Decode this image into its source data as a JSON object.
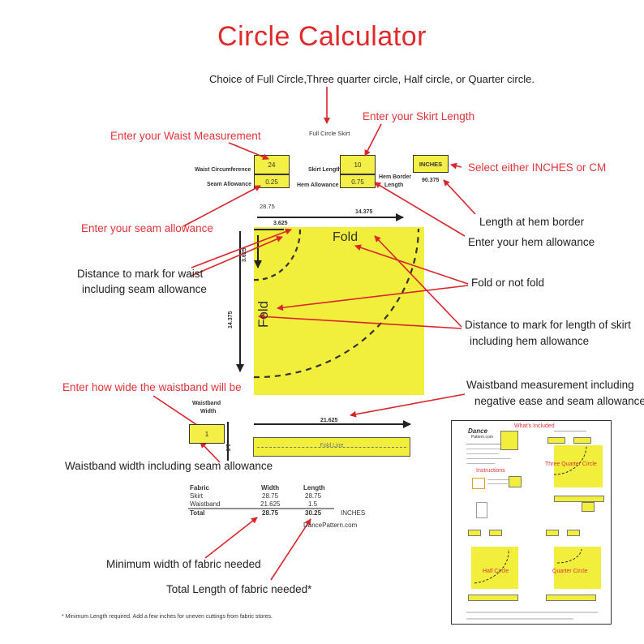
{
  "title": "Circle Calculator",
  "subtitle": "Choice of Full Circle,Three quarter circle, Half circle, or Quarter circle.",
  "calculator": {
    "heading": "Full Circle Skirt",
    "waist_label": "Waist Circumference",
    "waist_value": "24",
    "seam_label": "Seam Allowance",
    "seam_value": "0.25",
    "skirt_length_label": "Skirt Length",
    "skirt_length_value": "10",
    "hem_allowance_label": "Hem Allowance",
    "hem_allowance_value": "0.75",
    "units_value": "INCHES",
    "hem_border_label_1": "Hem Border",
    "hem_border_label_2": "Length",
    "hem_border_value": "90.375",
    "width_readout": "28.75"
  },
  "callouts": {
    "waist": "Enter your Waist Measurement",
    "skirt_length": "Enter your Skirt Length",
    "units": "Select either INCHES or CM",
    "seam": "Enter your seam allowance",
    "hem_length": "Length at hem border",
    "hem_allowance": "Enter your hem allowance",
    "waist_mark_1": "Distance to mark for waist",
    "waist_mark_2": "including seam allowance",
    "fold": "Fold or not fold",
    "skirt_mark_1": "Distance to mark for length of skirt",
    "skirt_mark_2": "including hem allowance",
    "waistband_width_enter": "Enter how wide the waistband will be",
    "waistband_measure_1": "Waistband measurement  including",
    "waistband_measure_2": "negative ease and seam allowance",
    "waistband_width_incl": "Waistband width including seam allowance",
    "min_width": "Minimum width of fabric needed",
    "total_length": "Total Length of fabric needed*"
  },
  "diagram": {
    "dim_top_small": "3.625",
    "dim_top_large": "14.375",
    "dim_side_small": "3.625",
    "dim_side_large": "14.375",
    "fold_top": "Fold",
    "fold_side": "Fold"
  },
  "waistband": {
    "label_1": "Waistband",
    "label_2": "Width",
    "width_value": "1",
    "height_dim": "1.5",
    "length_dim": "21.625",
    "fold_line": "Fold Line"
  },
  "fabric_table": {
    "headers": [
      "Fabric",
      "Width",
      "Length"
    ],
    "rows": [
      [
        "Skirt",
        "28.75",
        "28.75"
      ],
      [
        "Waistband",
        "21.625",
        "1.5"
      ]
    ],
    "total": [
      "Total",
      "28.75",
      "30.25"
    ],
    "units": "INCHES",
    "site": "DancePattern.com"
  },
  "footnote": "* Minimum Length required.  Add a few inches for uneven cuttings from fabric stores.",
  "thumbnail": {
    "logo_1": "Dance",
    "logo_2": "Pattern.com",
    "heading": "What's Included",
    "instructions": "Instructions",
    "three_quarter": "Three Quarter Circle",
    "half": "Half Circle",
    "quarter": "Quarter Circle"
  },
  "colors": {
    "accent_red": "#e0343a",
    "fabric_yellow": "#f1ef3c",
    "arrow_red": "#d8262b"
  }
}
